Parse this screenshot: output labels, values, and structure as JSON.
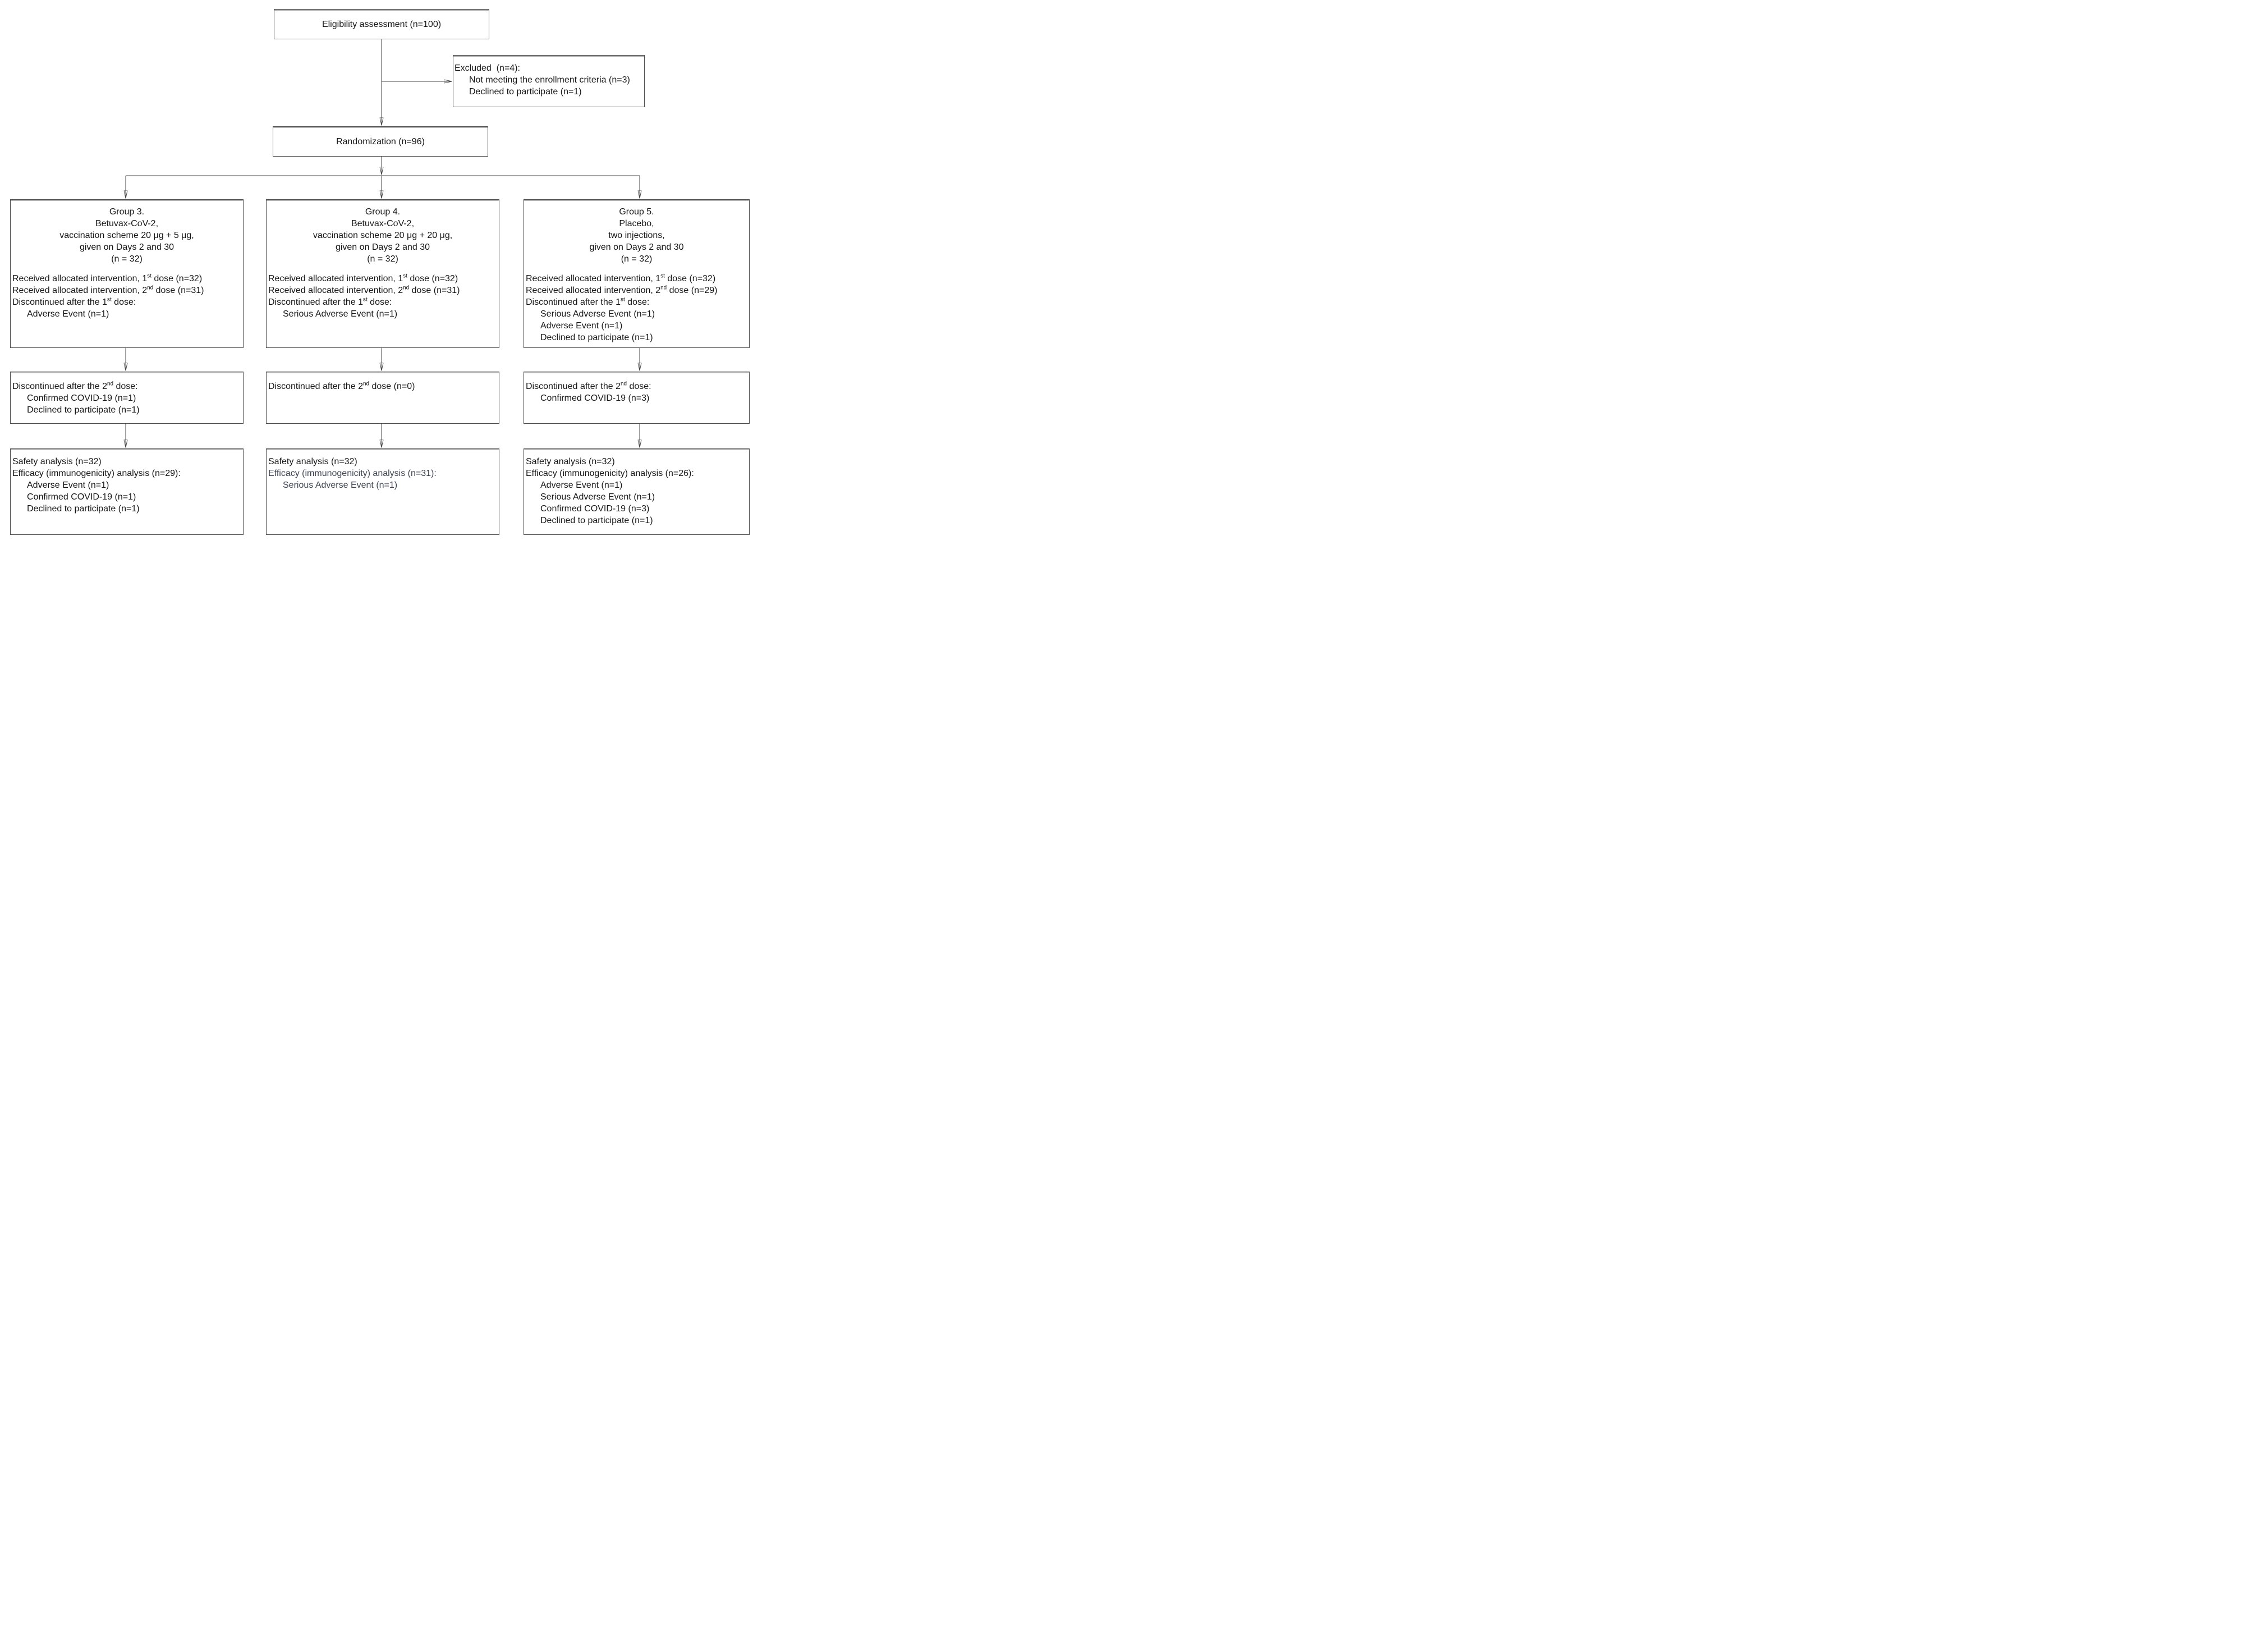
{
  "diagram": {
    "eligibility": "Eligibility assessment (n=100)",
    "excluded": {
      "title": "Excluded  (n=4):",
      "items": [
        "Not meeting the enrollment criteria (n=3)",
        "Declined to participate (n=1)"
      ]
    },
    "randomization": "Randomization (n=96)",
    "columns": [
      {
        "allocation": {
          "header": [
            "Group 3.",
            "Betuvax-CoV-2,",
            "vaccination scheme 20 μg + 5 μg,",
            "given on Days 2 and 30",
            "(n = 32)"
          ],
          "lines": [
            "Received allocated intervention, 1^{st} dose (n=32)",
            "Received allocated intervention, 2^{nd} dose (n=31)",
            "Discontinued after the 1^{st} dose:",
            "Adverse Event (n=1)"
          ]
        },
        "discontinued": [
          "Discontinued after the 2^{nd} dose:",
          "Confirmed COVID-19 (n=1)",
          "Declined to participate (n=1)"
        ],
        "analysis": [
          "Safety analysis (n=32)",
          "Efficacy (immunogenicity) analysis (n=29):",
          "Adverse Event (n=1)",
          "Confirmed COVID-19 (n=1)",
          "Declined to participate (n=1)"
        ]
      },
      {
        "allocation": {
          "header": [
            "Group 4.",
            "Betuvax-CoV-2,",
            "vaccination scheme 20 μg + 20 μg,",
            "given on Days 2 and 30",
            "(n = 32)"
          ],
          "lines": [
            "Received allocated intervention, 1^{st} dose (n=32)",
            "Received allocated intervention, 2^{nd} dose (n=31)",
            "Discontinued after the 1^{st} dose:",
            "Serious Adverse Event (n=1)"
          ]
        },
        "discontinued": [
          "Discontinued after the 2^{nd} dose (n=0)"
        ],
        "analysis": [
          "Safety analysis (n=32)",
          "Efficacy (immunogenicity) analysis (n=31):",
          "Serious Adverse Event (n=1)"
        ]
      },
      {
        "allocation": {
          "header": [
            "Group 5.",
            "Placebo,",
            "two injections,",
            "given on Days 2 and 30",
            "(n = 32)"
          ],
          "lines": [
            "Received allocated intervention, 1^{st} dose (n=32)",
            "Received allocated intervention, 2^{nd} dose (n=29)",
            "Discontinued after the 1^{st} dose:",
            "Serious Adverse Event (n=1)",
            "Adverse Event (n=1)",
            "Declined to participate (n=1)"
          ]
        },
        "discontinued": [
          "Discontinued after the 2^{nd} dose:",
          "Confirmed COVID-19 (n=3)"
        ],
        "analysis": [
          "Safety analysis (n=32)",
          "Efficacy (immunogenicity) analysis (n=26):",
          "Adverse Event (n=1)",
          "Serious Adverse Event (n=1)",
          "Confirmed COVID-19 (n=3)",
          "Declined to participate (n=1)"
        ]
      }
    ],
    "colors": {
      "text": "#161616",
      "dim_text": "#3d4450",
      "border": "#4d4d4d",
      "arrow": "#4a4a4a",
      "background": "#ffffff"
    }
  }
}
